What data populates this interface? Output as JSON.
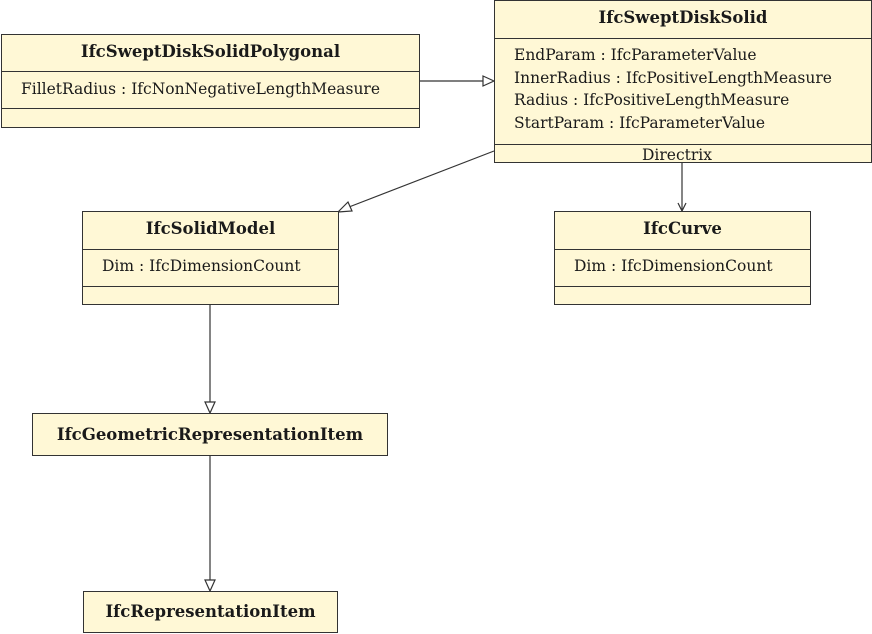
{
  "classes": {
    "polygonal": {
      "name": "IfcSweptDiskSolidPolygonal",
      "attributes": [
        "FilletRadius : IfcNonNegativeLengthMeasure"
      ]
    },
    "swept": {
      "name": "IfcSweptDiskSolid",
      "attributes": [
        "EndParam : IfcParameterValue",
        "InnerRadius : IfcPositiveLengthMeasure",
        "Radius : IfcPositiveLengthMeasure",
        "StartParam : IfcParameterValue"
      ]
    },
    "solid": {
      "name": "IfcSolidModel",
      "attributes": [
        "Dim : IfcDimensionCount"
      ]
    },
    "curve": {
      "name": "IfcCurve",
      "attributes": [
        "Dim : IfcDimensionCount"
      ]
    },
    "geometric": {
      "name": "IfcGeometricRepresentationItem"
    },
    "repitem": {
      "name": "IfcRepresentationItem"
    }
  },
  "association_label": "Directrix"
}
